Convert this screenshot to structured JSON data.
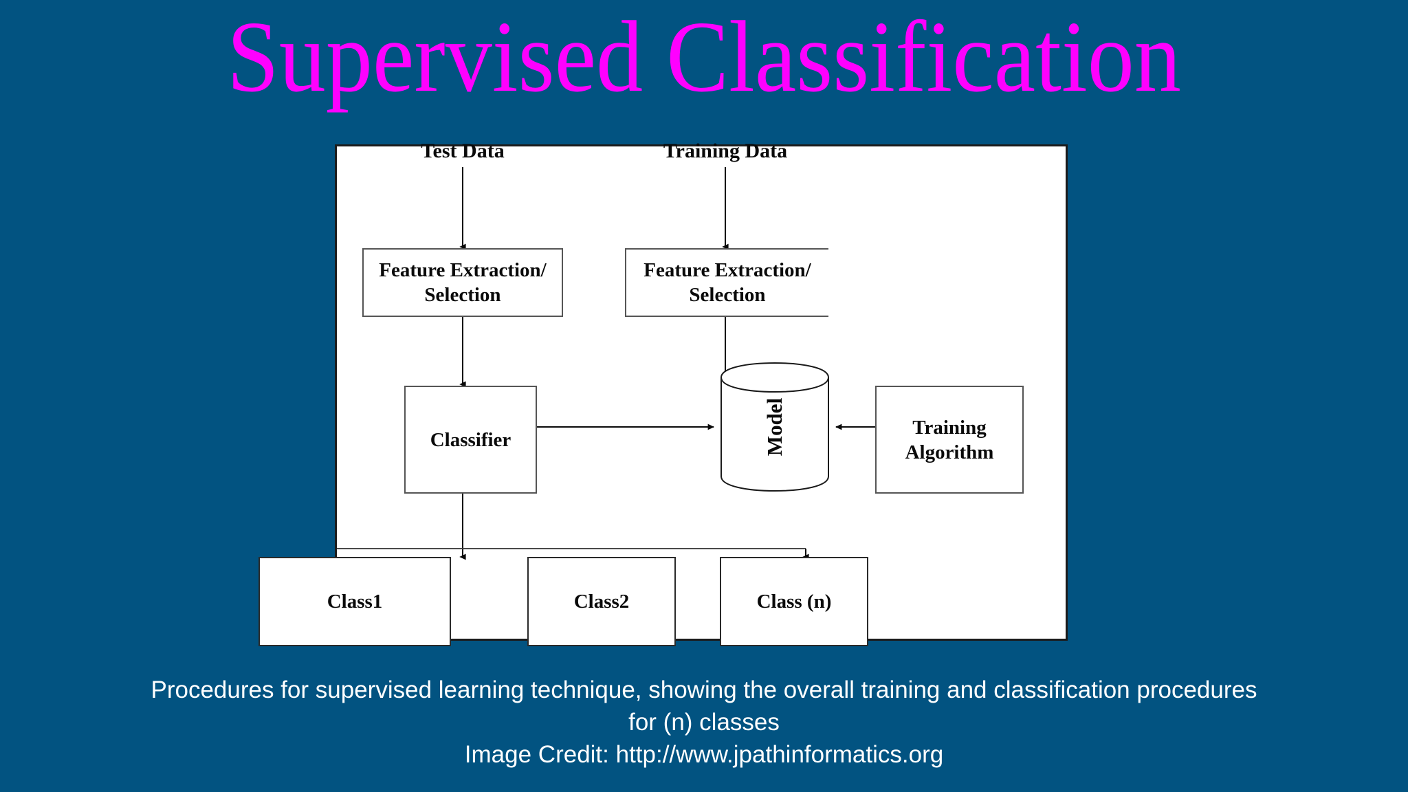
{
  "slide": {
    "background_color": "#025381",
    "title": "Supervised Classification",
    "title_color": "#ff00ff"
  },
  "diagram": {
    "panel_background": "#ffffff",
    "panel_border_color": "#1b1b1b",
    "headers": [
      {
        "id": "test-data",
        "label": "Test Data"
      },
      {
        "id": "training-data",
        "label": "Training Data"
      }
    ],
    "boxes": [
      {
        "id": "feature-extraction-test",
        "label": "Feature Extraction/ Selection",
        "line1": "Feature Extraction/",
        "line2": "Selection"
      },
      {
        "id": "feature-extraction-training",
        "label": "Feature Extraction/ Selection",
        "line1": "Feature Extraction/",
        "line2": "Selection"
      },
      {
        "id": "classifier",
        "label": "Classifier",
        "line1": "Classifier",
        "line2": ""
      },
      {
        "id": "training-algorithm",
        "label": "Training Algorithm",
        "line1": "Training",
        "line2": "Algorithm"
      },
      {
        "id": "class-1",
        "label": "Class1",
        "line1": "Class1",
        "line2": ""
      },
      {
        "id": "class-2",
        "label": "Class2",
        "line1": "Class2",
        "line2": ""
      },
      {
        "id": "class-n",
        "label": "Class (n)",
        "line1": "Class (n)",
        "line2": ""
      }
    ],
    "datastore": {
      "id": "model",
      "label": "Model",
      "shape": "cylinder"
    },
    "connections": [
      {
        "from": "test-data",
        "to": "feature-extraction-test"
      },
      {
        "from": "training-data",
        "to": "feature-extraction-training"
      },
      {
        "from": "feature-extraction-test",
        "to": "classifier"
      },
      {
        "from": "feature-extraction-training",
        "to": "training-algorithm"
      },
      {
        "from": "classifier",
        "to": "model"
      },
      {
        "from": "training-algorithm",
        "to": "model"
      },
      {
        "from": "classifier",
        "to": "class-1"
      },
      {
        "from": "classifier",
        "to": "class-2"
      },
      {
        "from": "classifier",
        "to": "class-n"
      }
    ]
  },
  "caption": {
    "line1": "Procedures for supervised learning technique, showing the overall training and classification procedures",
    "line2": "for (n) classes",
    "line3": "Image Credit: http://www.jpathinformatics.org",
    "color": "#ffffff"
  }
}
